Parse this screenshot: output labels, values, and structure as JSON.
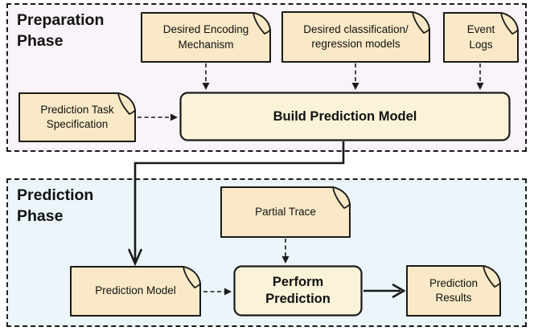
{
  "phases": {
    "preparation": {
      "label": "Preparation\nPhase"
    },
    "prediction": {
      "label": "Prediction\nPhase"
    }
  },
  "nodes": {
    "desired_encoding": {
      "type": "document",
      "label": "Desired Encoding\nMechanism"
    },
    "desired_models": {
      "type": "document",
      "label": "Desired classification/\nregression models"
    },
    "event_logs": {
      "type": "document",
      "label": "Event\nLogs"
    },
    "prediction_task": {
      "type": "document",
      "label": "Prediction Task\nSpecification"
    },
    "build_model": {
      "type": "process",
      "label": "Build Prediction Model"
    },
    "partial_trace": {
      "type": "document",
      "label": "Partial Trace"
    },
    "prediction_model": {
      "type": "document",
      "label": "Prediction Model"
    },
    "perform_prediction": {
      "type": "process",
      "label": "Perform\nPrediction"
    },
    "prediction_results": {
      "type": "document",
      "label": "Prediction\nResults"
    }
  },
  "colors": {
    "doc_fill": "#FAE9C6",
    "process_fill": "#FBF3D8",
    "prep_bg": "#FAF4FA",
    "pred_bg": "#EBF5FA",
    "line_color": "#1A1A1A"
  }
}
